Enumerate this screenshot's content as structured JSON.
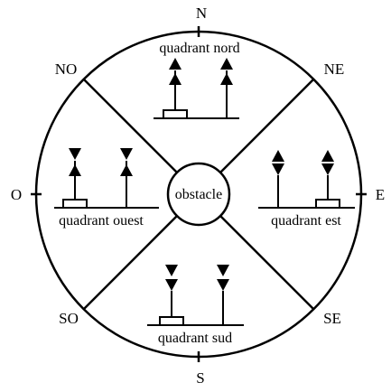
{
  "compass": {
    "n": "N",
    "ne": "NE",
    "e": "E",
    "se": "SE",
    "s": "S",
    "so": "SO",
    "o": "O",
    "no": "NO"
  },
  "center_label": "obstacle",
  "quadrants": {
    "nord": "quadrant nord",
    "est": "quadrant est",
    "sud": "quadrant sud",
    "ouest": "quadrant ouest"
  }
}
